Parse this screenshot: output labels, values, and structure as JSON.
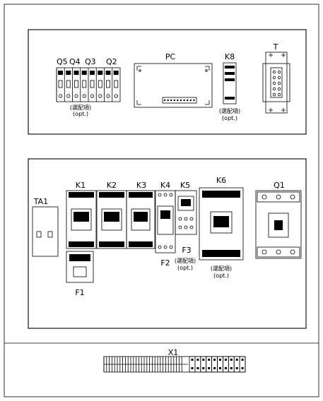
{
  "top_panel": {
    "breakers": [
      "Q5",
      "Q4",
      "Q3",
      "Q2"
    ],
    "pc_label": "PC",
    "k8_label": "K8",
    "t_label": "T",
    "opt_cn": "(選配項)",
    "opt_en": "(opt.)"
  },
  "main_panel": {
    "ta1_label": "TA1",
    "contactors": [
      "K1",
      "K2",
      "K3",
      "K4",
      "K5",
      "K6"
    ],
    "q1_label": "Q1",
    "f1_label": "F1",
    "f2_label": "F2",
    "f3_label": "F3",
    "opt_cn": "(選配項)",
    "opt_en": "(opt.)"
  },
  "terminal": {
    "x1_label": "X1"
  }
}
